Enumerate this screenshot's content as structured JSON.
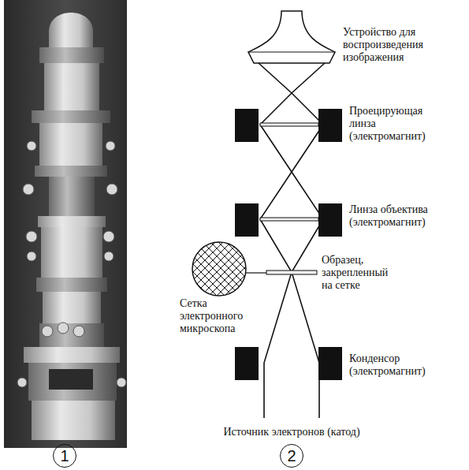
{
  "diagram": {
    "nodes": [
      {
        "text": [
          "1"
        ]
      },
      {
        "text": [
          "2"
        ]
      }
    ],
    "labels": [
      "Устройство для воспроизведения изображения",
      "Проецирующая линза (электромагнит)",
      "Линза объектива (электромагнит)",
      "Образец, закрепленный на сетке",
      "Сетка электронного микроскопа",
      "Конденсор (электромагнит)",
      "Источник электронов (катод)"
    ]
  }
}
